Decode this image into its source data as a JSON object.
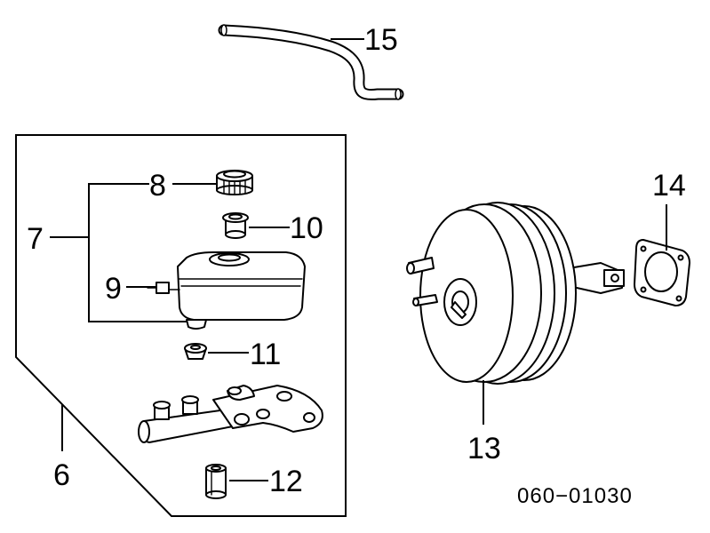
{
  "callouts": {
    "p6": "6",
    "p7": "7",
    "p8": "8",
    "p9": "9",
    "p10": "10",
    "p11": "11",
    "p12": "12",
    "p13": "13",
    "p14": "14",
    "p15": "15"
  },
  "diagram_code": "060−01030"
}
